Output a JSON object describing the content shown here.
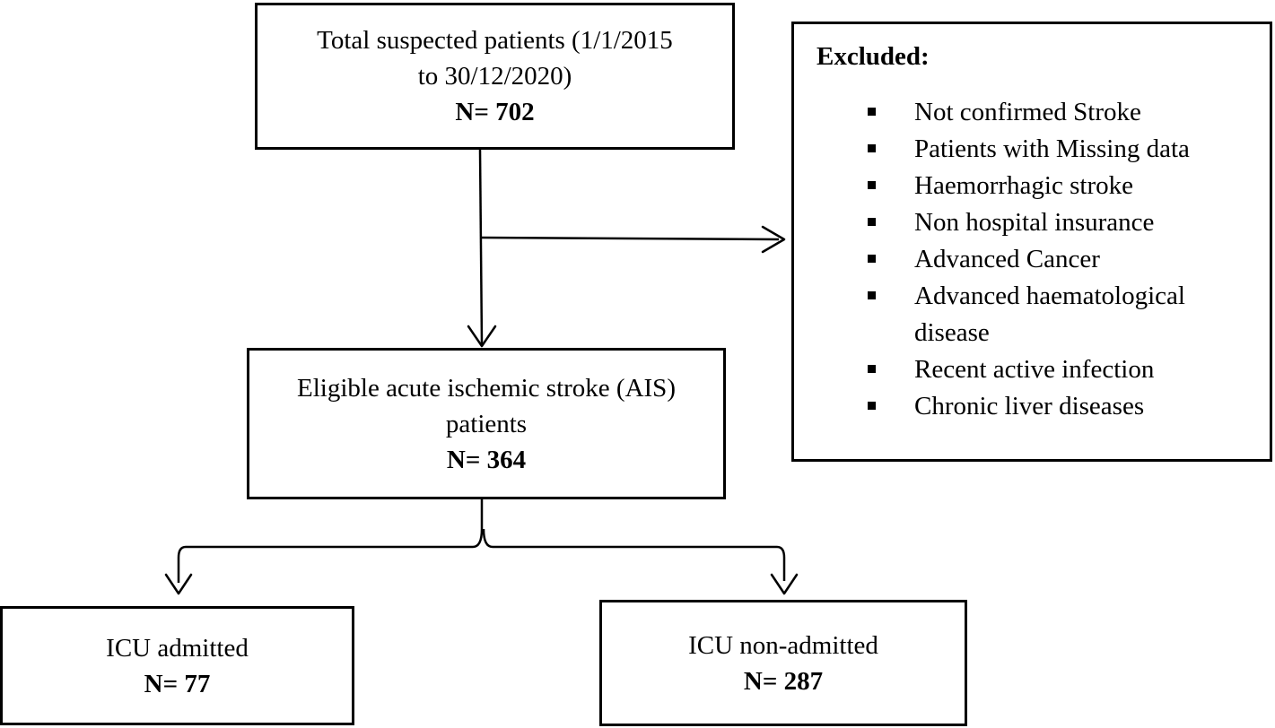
{
  "boxes": {
    "total": {
      "line1": "Total suspected patients (1/1/2015",
      "line2": "to 30/12/2020)",
      "count": "N= 702"
    },
    "eligible": {
      "line1": "Eligible acute ischemic stroke (AIS)",
      "line2": "patients",
      "count": "N= 364"
    },
    "icu_admitted": {
      "label": "ICU admitted",
      "count": "N= 77"
    },
    "icu_non_admitted": {
      "label": "ICU non-admitted",
      "count": "N= 287"
    }
  },
  "excluded": {
    "title": "Excluded:",
    "items": [
      "Not confirmed Stroke",
      "Patients with Missing data",
      "Haemorrhagic stroke",
      "Non hospital insurance",
      "Advanced Cancer",
      "Advanced haematological disease",
      "Recent active infection",
      "Chronic liver diseases"
    ]
  }
}
